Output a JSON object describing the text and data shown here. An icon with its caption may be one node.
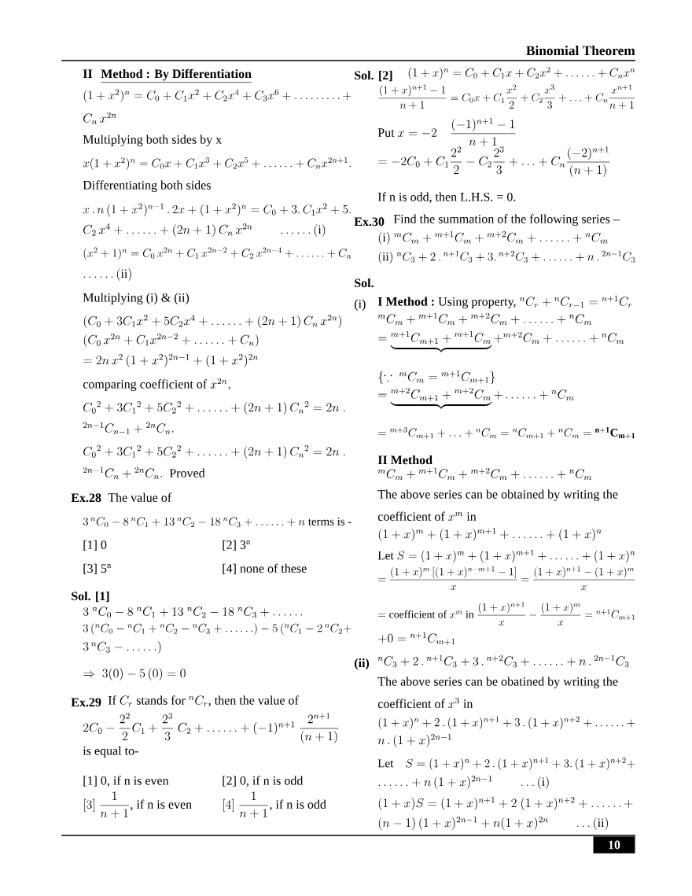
{
  "diagram": {
    "title": "Binomial Theorem",
    "labels": [
      "II",
      "Method : By Differentiation",
      "(1+x^2)^n = C_0 + C_1x^2 + C_2x^4 + C_3x^6 + \\ldots\\ldots\\ldots +",
      "C_n\\,x^{2n}",
      "Multiplying both sides by x",
      "x(1+x^2)^n = C_0x + C_1x^3 + C_2x^5 + \\ldots\\ldots + C_nx^{2n+1}.",
      "Differentiating both sides",
      "x\\,.\\,n\\,(1+x^2)^{n-1}\\,.\\,2x + (1+x^2)^n = C_0 + 3.\\,C_1x^2 + 5.",
      "C_2\\,x^4 + \\ldots\\ldots + (2n+1)\\,C_n\\,x^{2n} \\qquad \\ldots\\ldots(\\mathrm{i})",
      "(x^2+1)^n = C_0\\,x^{2n} + C_1\\,x^{2n-2} + C_2\\,x^{2n-4} + \\ldots\\ldots + C_n",
      "\\ldots\\ldots(\\mathrm{ii})",
      "Multiplying (i) & (ii)",
      "(C_0 + 3C_1x^2 + 5C_2x^4 + \\ldots\\ldots + (2n+1)\\,C_n\\,x^{2n})",
      "(C_0\\,x^{2n} + C_1x^{2n-2} + \\ldots\\ldots + C_n)",
      "= 2n\\,x^2\\,(1+x^2)^{2n-1} + (1+x^2)^{2n}",
      "\\text{comparing coefficient of } x^{2n},",
      "C_0{}^2 + 3C_1{}^2 + 5C_2{}^2 + \\ldots\\ldots + (2n+1)\\,C_n{}^2 = 2n\\ .",
      "{}^{2n-1}C_{n-1} + {}^{2n}C_n.",
      "C_0{}^2 + 3C_1{}^2 + 5C_2{}^2 + \\ldots\\ldots + (2n+1)\\,C_n{}^2 = 2n\\ .",
      "{}^{2n-1}C_n + {}^{2n}C_n.\\ \\ \\text{Proved}",
      "Ex.28",
      "The value of",
      "3\\,{}^nC_0 - 8\\,{}^nC_1 + 13\\,{}^nC_2 - 18\\,{}^nC_3 + \\ldots\\ldots + n\\text{ terms is -}",
      "[1] 0",
      "[2] 3$^{n}$",
      "[3] 5$^{n}$",
      "[4] none of these",
      "Sol. [1]",
      "3\\ {}^nC_0 - 8\\ {}^nC_1 + 13\\ {}^nC_2 - 18\\ {}^nC_3 + \\ldots\\ldots",
      "3\\,({}^nC_0 - {}^nC_1 + {}^nC_2 - {}^nC_3 + \\ldots\\ldots) - 5\\,({}^nC_1 - 2\\,{}^nC_2 +",
      "3\\,{}^nC_3 - \\ldots\\ldots)",
      "\\Rightarrow\\ 3(0) - 5\\,(0) = 0",
      "Ex.29",
      "\\text{If } C_r \\text{ stands for } {}^nC_r\\text{, then the value of}",
      "2C_0 - \\dfrac{2^2}{2}C_1 + \\dfrac{2^3}{3}\\ C_2 + \\ldots\\ldots + (-1)^{n+1}\\ \\dfrac{2^{n+1}}{(n+1)}",
      "is equal to-",
      "[1] 0, if n is even",
      "[2] 0, if n is odd",
      "[3]\\ \\dfrac{1}{n+1}\\text{, if n is even}",
      "[4]\\ \\dfrac{1}{n+1}\\text{, if n is odd}",
      "Sol. [2]",
      "(1+x)^n = C_0 + C_1x + C_2x^2 + \\ldots\\ldots + C_nx^n",
      "\\dfrac{(1+x)^{n+1}-1}{n+1} = C_0x + C_1\\dfrac{x^2}{2} + C_2\\dfrac{x^3}{3} + \\ldots + C_n\\dfrac{x^{n+1}}{n+1}",
      "\\text{Put } x = -2\\quad \\dfrac{(-1)^{n+1}-1}{n+1}",
      "= -2C_0 + C_1\\dfrac{2^2}{2} - C_2\\dfrac{2^3}{3} + \\ldots + C_n\\dfrac{(-2)^{n+1}}{(n+1)}",
      "If n is odd, then L.H.S. = 0.",
      "Ex.30",
      "Find the summation of the following series –",
      "(\\mathrm{i})\\ {}^mC_m + {}^{m+1}C_m + {}^{m+2}C_m + \\ldots\\ldots + {}^nC_m",
      "(\\mathrm{ii})\\ {}^nC_3 + 2\\,.\\,{}^{n+1}C_3 + 3.\\,{}^{n+2}C_3 + \\ldots\\ldots + n\\,.\\,{}^{2n-1}C_3",
      "Sol.",
      "(i)",
      "\\textbf{I Method :}\\ \\text{Using property, }{}^nC_r + {}^nC_{r-1} = {}^{n+1}C_r",
      "{}^mC_m + {}^{m+1}C_m + {}^{m+2}C_m + \\ldots\\ldots + {}^nC_m",
      "= \\underbrace{{}^{m+1}C_{m+1} + {}^{m+1}C_m} + {}^{m+2}C_m + \\ldots\\ldots + {}^nC_m",
      "\\{\\because\\ {}^mC_m = {}^{m+1}C_{m+1}\\}",
      "= \\underbrace{{}^{m+2}C_{m+1} + {}^{m+2}C_m} + \\ldots\\ldots + {}^nC_m",
      "= {}^{m+3}C_{m+1} + \\ldots + {}^nC_m = {}^nC_{m+1} + {}^nC_m = \\mathbf{{}^{n+1}C_{m+1}}",
      "II Method",
      "{}^mC_m + {}^{m+1}C_m + {}^{m+2}C_m + \\ldots\\ldots + {}^nC_m",
      "The above series can be obtained by writing the",
      "\\text{coefficient of } x^m \\text{ in}",
      "(1+x)^m + (1+x)^{m+1} + \\ldots\\ldots + (1+x)^n",
      "\\text{Let } S = (1+x)^m + (1+x)^{m+1} + \\ldots\\ldots + (1+x)^n",
      "= \\dfrac{(1+x)^m\\left[(1+x)^{n-m+1}-1\\right]}{x} = \\dfrac{(1+x)^{n+1}-(1+x)^m}{x}",
      "= \\text{coefficient of } x^m \\text{ in } \\dfrac{(1+x)^{n+1}}{x} - \\dfrac{(1+x)^m}{x} = {}^{n+1}C_{m+1}",
      "+ 0 = {}^{n+1}C_{m+1}",
      "(ii)",
      "{}^nC_3 + 2\\,.\\,{}^{n+1}C_3 + 3\\,.\\,{}^{n+2}C_3 + \\ldots\\ldots + n\\,.\\,{}^{2n-1}C_3",
      "The above series can be obatined by writing the",
      "\\text{coefficient of } x^3 \\text{ in}",
      "(1+x)^n + 2\\,.\\,(1+x)^{n+1} + 3\\,.\\,(1+x)^{n+2} + \\ldots\\ldots +",
      "n\\,.\\,(1+x)^{2n-1}",
      "\\text{Let}\\quad S = (1+x)^n + 2\\,.\\,(1+x)^{n+1} + 3.\\,(1+x)^{n+2} +",
      "\\ldots\\ldots + n\\,(1+x)^{2n-1} \\qquad \\ldots(\\mathrm{i})",
      "(1+x)S = (1+x)^{n+1} + 2\\ (1+x)^{n+2} + \\ldots\\ldots +",
      "(n-1)\\,(1+x)^{2n-1} + n(1+x)^{2n} \\qquad \\ldots(\\mathrm{ii})",
      "10"
    ]
  }
}
